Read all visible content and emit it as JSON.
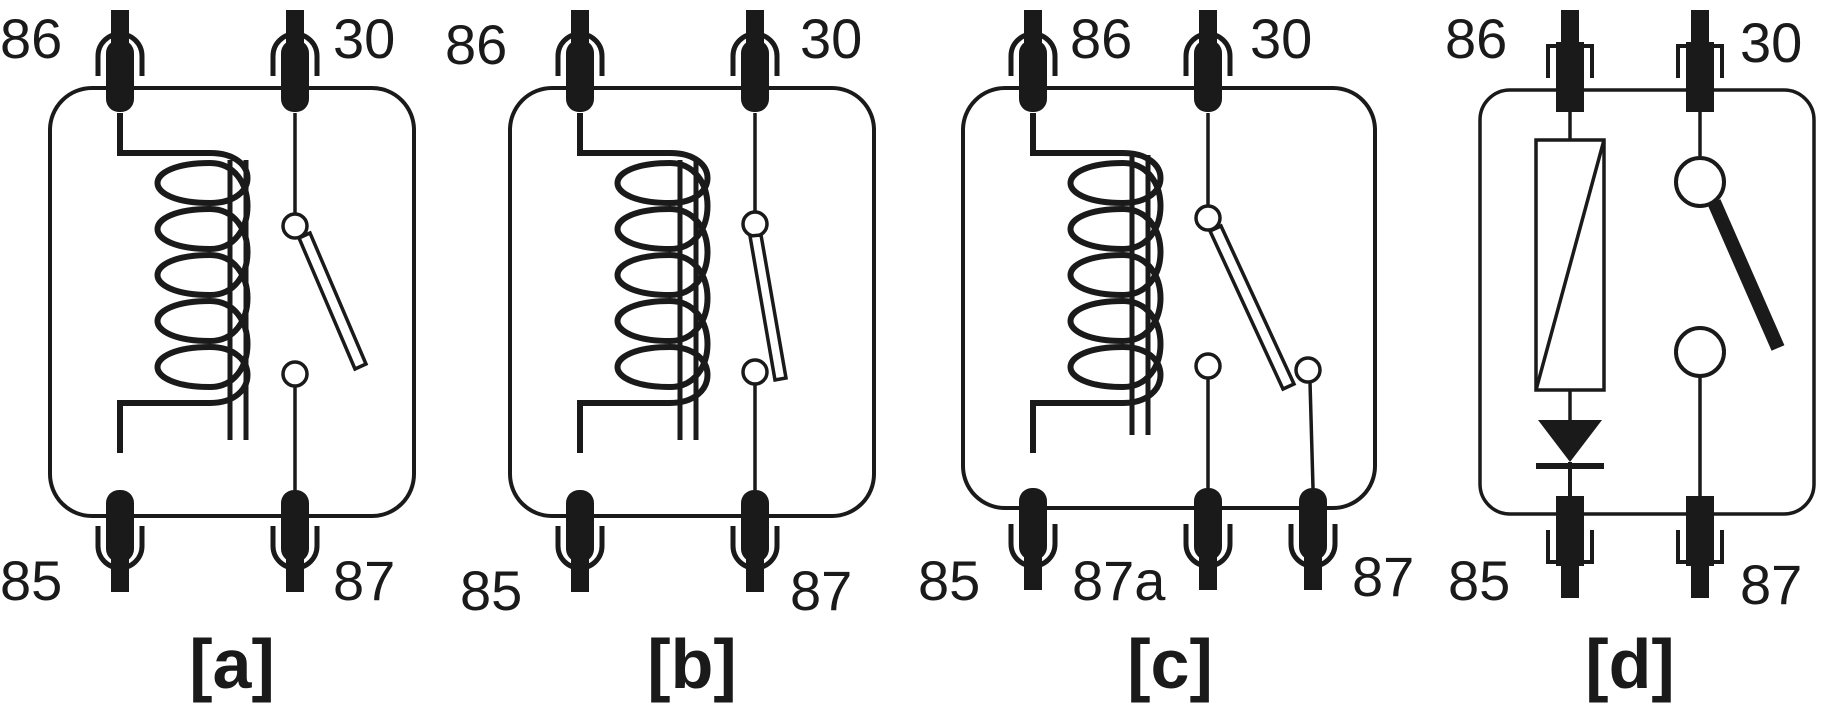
{
  "diagrams": [
    {
      "caption": "[a]",
      "pins": {
        "top_left": "86",
        "top_right": "30",
        "bottom_left": "85",
        "bottom_right": "87"
      }
    },
    {
      "caption": "[b]",
      "pins": {
        "top_left": "86",
        "top_right": "30",
        "bottom_left": "85",
        "bottom_right": "87"
      }
    },
    {
      "caption": "[c]",
      "pins": {
        "top_left": "86",
        "top_right": "30",
        "bottom_left": "85",
        "bottom_middle": "87a",
        "bottom_right": "87"
      }
    },
    {
      "caption": "[d]",
      "pins": {
        "top_left": "86",
        "top_right": "30",
        "bottom_left": "85",
        "bottom_right": "87"
      }
    }
  ],
  "colors": {
    "ink": "#1a1a1a",
    "background": "#ffffff"
  }
}
